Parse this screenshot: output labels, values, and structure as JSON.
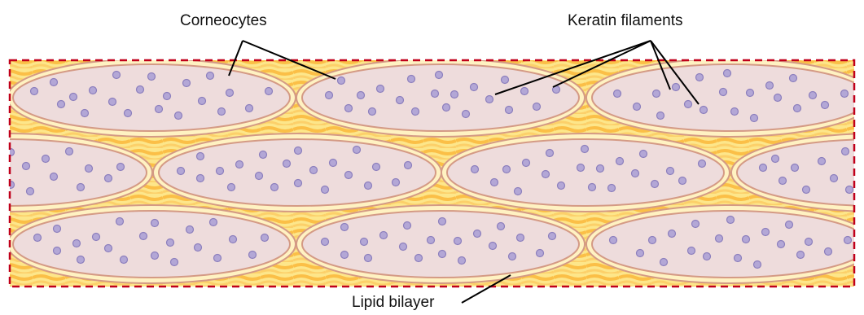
{
  "labels": {
    "corneocytes": "Corneocytes",
    "keratin_filaments": "Keratin filaments",
    "lipid_bilayer": "Lipid bilayer"
  },
  "colors": {
    "background": "#ffffff",
    "lipid_fill": "#fde68a",
    "lipid_wave": "#fbbf47",
    "border_dashed": "#c0001a",
    "cell_fill": "#eedcdc",
    "cell_stroke": "#d49a85",
    "filament_fill": "#b3a7d6",
    "filament_stroke": "#8c7fbd",
    "leader_line": "#000000"
  }
}
